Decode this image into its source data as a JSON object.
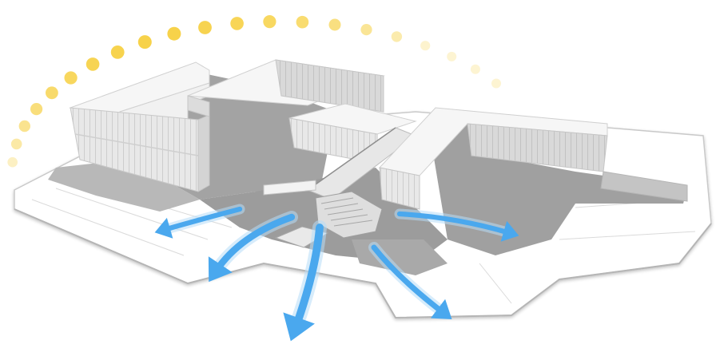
{
  "diagram": {
    "subject": "building-massing-sun-path-and-airflow",
    "colors": {
      "background": "#ffffff",
      "ground": "#ffffff",
      "ground_edge": "#c9c9c9",
      "shadow": "#9a9a9a",
      "shadow_dark": "#8a8a8a",
      "roof": "#f7f7f7",
      "facade": "#e6e6e6",
      "facade_line": "#cfcfcf",
      "sun_dot_strong": "#f7d24a",
      "sun_dot_faint": "#fbecb2",
      "airflow": "#4aa8ee",
      "airflow_light": "#b6dcf8"
    },
    "sun_path": {
      "dot_count": 21
    },
    "airflow": {
      "arrow_count": 5
    },
    "icons": [
      "sun-path-dot",
      "airflow-arrow"
    ]
  }
}
